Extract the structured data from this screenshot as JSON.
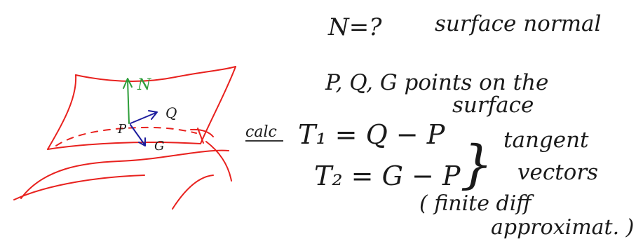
{
  "colors": {
    "ink": "#1a1a1a",
    "surface": "#e8211e",
    "normal": "#2e9e3a",
    "vector": "#1d1d9e"
  },
  "figure": {
    "normal_label": "N",
    "point_p": "P",
    "point_q": "Q",
    "point_g": "G"
  },
  "notes": {
    "line1_lhs": "N=?",
    "line1_rhs": "surface normal",
    "line2": "P, Q, G  points on the",
    "line3": "surface",
    "calc_label": "calc",
    "t1_eq": "T₁ = Q − P",
    "t2_eq": "T₂ = G − P",
    "brace": "}",
    "tangent_1": "tangent",
    "tangent_2": "vectors",
    "paren_1": "( finite diff",
    "paren_2": "approximat. )"
  }
}
